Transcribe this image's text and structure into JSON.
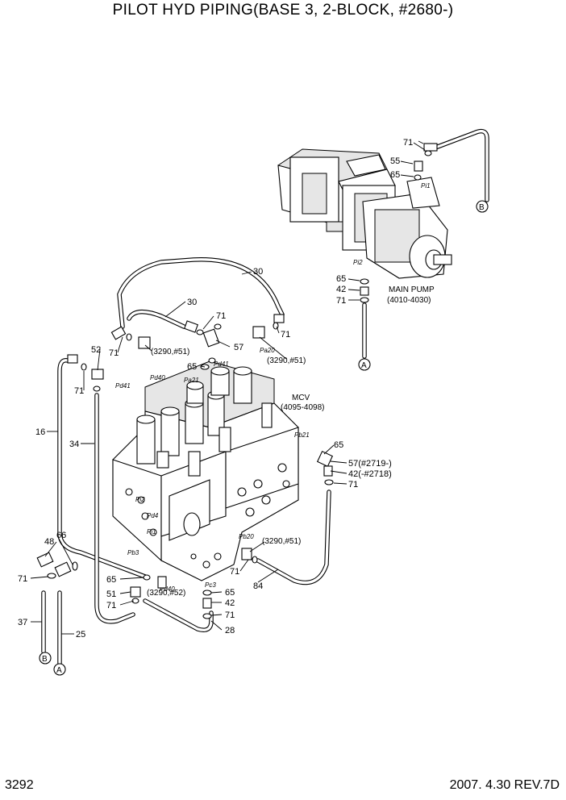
{
  "title": "PILOT HYD PIPING(BASE 3, 2-BLOCK, #2680-)",
  "page_number": "3292",
  "date_rev": "2007. 4.30  REV.7D",
  "components": {
    "main_pump": {
      "name": "MAIN PUMP",
      "range": "(4010-4030)"
    },
    "mcv": {
      "name": "MCV",
      "range": "(4095-4098)"
    }
  },
  "port_labels": [
    "Pi1",
    "Pi2",
    "Pd41",
    "Pd40",
    "Pa21",
    "Pd41",
    "Pa20",
    "Pb21",
    "Pb20",
    "Pi2",
    "Pi1",
    "Pc3",
    "Pd4",
    "Pb3",
    "Pd40"
  ],
  "part_numbers": {
    "p71_a": "71",
    "p55": "55",
    "p65_a": "65",
    "p65_b": "65",
    "p42_a": "42",
    "p71_b": "71",
    "p30_a": "30",
    "p30_b": "30",
    "p71_c": "71",
    "p57_a": "57",
    "p71_d": "71",
    "p71_e": "71",
    "p52": "52",
    "p65_c": "65",
    "p71_f": "71",
    "p16": "16",
    "p34": "34",
    "p65_d": "65",
    "p57_b": "57(#2719-)",
    "p42_b": "42(-#2718)",
    "p71_g": "71",
    "p48": "48",
    "p66": "66",
    "p71_h": "71",
    "p37": "37",
    "p25": "25",
    "p65_e": "65",
    "p51": "51",
    "p71_i": "71",
    "p65_f": "65",
    "p42_c": "42",
    "p71_j": "71",
    "p28": "28",
    "p71_k": "71",
    "p84": "84"
  },
  "notes": {
    "n1": "(3290,#51)",
    "n2": "(3290,#51)",
    "n3": "(3290,#51)",
    "n4": "(3290,#52)"
  },
  "connectors": {
    "a": "A",
    "b": "B"
  }
}
